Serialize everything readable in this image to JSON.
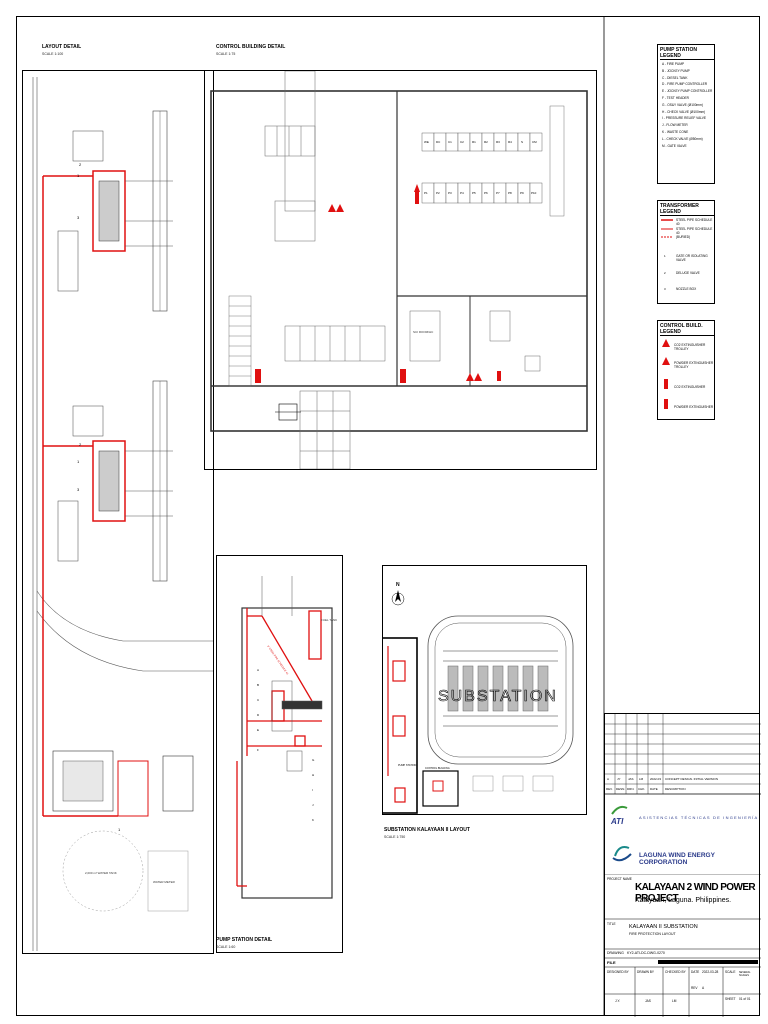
{
  "views": {
    "layout_detail": {
      "title": "LAYOUT DETAIL",
      "scale": "SCALE 1:100"
    },
    "control_building_detail": {
      "title": "CONTROL BUILDING DETAIL",
      "scale": "SCALE 1:75"
    },
    "pump_station_detail": {
      "title": "PUMP STATION DETAIL",
      "scale": "SCALE 1:60"
    },
    "substation_layout": {
      "title": "SUBSTATION KALAYAAN II LAYOUT",
      "scale": "SCALE 1:750"
    }
  },
  "layout_labels": {
    "tank1": "2,000 m³ WATER TANK",
    "tank2": "WATER METER",
    "callouts": [
      "1",
      "2",
      "3",
      "1",
      "2",
      "3",
      "1"
    ]
  },
  "control_room_labels": {
    "upper_panels": [
      "WE",
      "DC",
      "C1",
      "C2",
      "R1",
      "R2",
      "R3",
      "R4",
      "S",
      "CM"
    ],
    "lower_panels": [
      "P1",
      "P2",
      "P3",
      "P4",
      "P5",
      "P6",
      "P7",
      "P8",
      "P9",
      "P10"
    ],
    "room_label": "SCI ROOM/HC"
  },
  "pump_labels": {
    "fuel_tank": "FUEL TANK",
    "pipe_note": "3\" STEEL PIPE SCHEDULE 40",
    "letters": [
      "A",
      "B",
      "C",
      "D",
      "E",
      "F",
      "G",
      "H",
      "I",
      "J",
      "K"
    ]
  },
  "substation_labels": {
    "big": "SUBSTATION",
    "pump_station": "PUMP STATION",
    "control_building": "CONTROL BUILDING",
    "north": "N"
  },
  "pump_station_legend": {
    "title": "PUMP STATION LEGEND",
    "items": [
      "A - FIRE PUMP",
      "B - JOCKEY PUMP",
      "C - DIESEL TANK",
      "D - FIRE PUMP CONTROLLER",
      "E - JOCKEY PUMP CONTROLLER",
      "F - TEST HEADER",
      "G - OS&Y VALVE (Ø100mm)",
      "H - CHECK VALVE (Ø100mm)",
      "I - PRESSURE RELIEF VALVE",
      "J - FLOW METER",
      "K - WASTE CONE",
      "L - CHECK VALVE (Ø50mm)",
      "M - GATE VALVE"
    ]
  },
  "transformer_legend": {
    "title": "TRANSFORMER LEGEND",
    "items": [
      "STEEL PIPE SCHEDULE 40",
      "STEEL PIPE SCHEDULE 40",
      "(BURIED)",
      "GATE OR ISOLATING VALVE",
      "DELUGE VALVE",
      "NOZZLE BOX"
    ],
    "numbers": [
      "1",
      "2",
      "3"
    ]
  },
  "control_building_legend": {
    "title": "CONTROL BUILD. LEGEND",
    "items": [
      "CO2 EXTINGUISHER TROLLEY",
      "POWDER EXTINGUISHER TROLLEY",
      "CO2 EXTINGUISHER",
      "POWDER EXTINGUISHER"
    ]
  },
  "revision_table": {
    "row": [
      "A",
      "JY",
      "JAS",
      "LM",
      "2022-03",
      "CONCEPT DESIGN. INITIAL VERSION"
    ],
    "headers": [
      "REV.",
      "DESN.",
      "DRN.",
      "CHK.",
      "DATE",
      "DESCRIPTION"
    ]
  },
  "title_block": {
    "consultant": "ASISTENCIAS TÉCNICAS DE INGENIERÍA",
    "consultant_logo": "ATI",
    "client": "LAGUNA WIND ENERGY CORPORATION",
    "project_name_label": "PROJECT NAME",
    "project_name": "KALAYAAN 2 WIND POWER PROJECT",
    "project_location": "Kalayaan, Laguna. Philippines.",
    "title_label": "TITLE",
    "title": "KALAYAAN II SUBSTATION",
    "subtitle": "FIRE PROTECTION LAYOUT",
    "drawing_label": "DRAWING",
    "drawing_no": "KY2-ATI-DC-DWG-0270",
    "file_label": "FILE",
    "designed_by_label": "DESIGNED BY",
    "drawn_by_label": "DRAWN BY",
    "checked_by_label": "CHECKED BY",
    "date_label": "DATE",
    "scale_label": "SCALE",
    "designed_by": "J.Y.",
    "drawn_by": "JAS",
    "checked_by": "LM",
    "date": "2022-03-28",
    "scale": "SEVERAL SCALES",
    "rev_label": "REV",
    "rev": "A",
    "sheet_label": "SHEET",
    "sheet": "01 of 01"
  },
  "colors": {
    "fire": "#e01010",
    "line": "#000000",
    "gray": "#7a7a7a"
  }
}
